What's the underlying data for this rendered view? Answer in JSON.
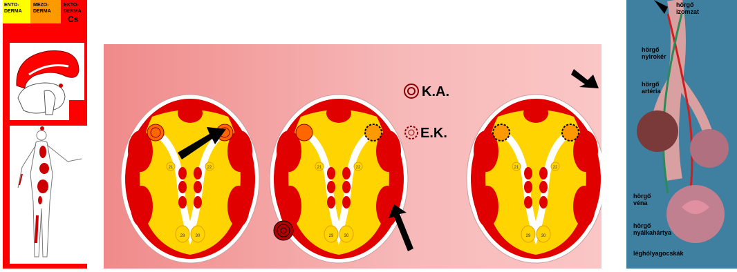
{
  "left_panel": {
    "germ_layers": [
      {
        "label": "ENTO-\nDERMA",
        "line1": "ENTO-",
        "line2": "DERMA",
        "color": "#ffff00"
      },
      {
        "label": "MEZO-\nDERMA",
        "line1": "MEZO-",
        "line2": "DERMA",
        "color": "#ff9900"
      },
      {
        "label": "EKTO-\nDERMA",
        "line1": "EKTO-",
        "line2": "DERMA",
        "color": "#ff0000"
      }
    ],
    "marker": "Cs"
  },
  "center_panel": {
    "legend": [
      {
        "symbol": "concentric-rings-icon",
        "label": "K.A."
      },
      {
        "symbol": "spiked-ring-icon",
        "label": "E.K."
      }
    ],
    "cell_numbers": [
      "21",
      "22",
      "29",
      "30"
    ],
    "colors": {
      "background": "#f6a4a4",
      "outer": "#e00000",
      "inner": "#ffd400",
      "channel": "#ffffff"
    }
  },
  "right_panel": {
    "labels": [
      {
        "line1": "hörgő",
        "line2": "izomzat"
      },
      {
        "line1": "hörgő",
        "line2": "nyirokér"
      },
      {
        "line1": "hörgő",
        "line2": "artéria"
      },
      {
        "line1": "hörgő",
        "line2": "véna"
      },
      {
        "line1": "hörgő",
        "line2": "nyálkahártya"
      },
      {
        "line1": "léghólyagocskák",
        "line2": ""
      }
    ]
  }
}
